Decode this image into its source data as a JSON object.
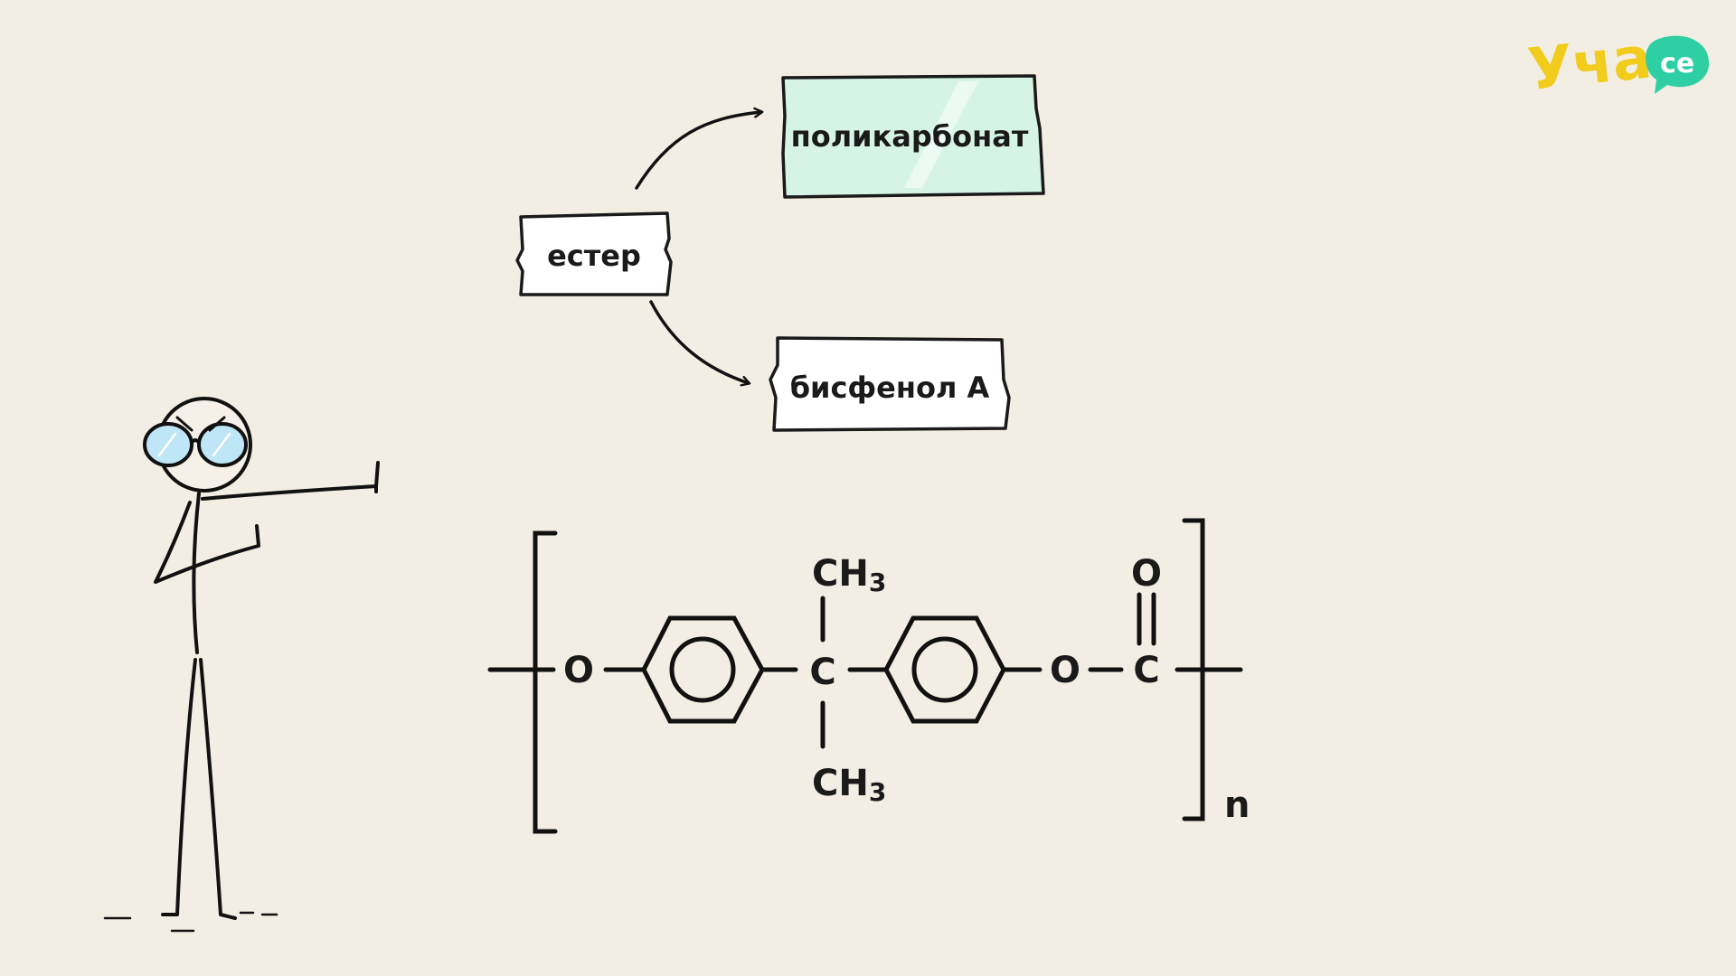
{
  "logo": {
    "main": "Уча",
    "badge": "се",
    "main_color": "#f2cc1c",
    "badge_color": "#2fcfa4"
  },
  "diagram": {
    "source_label": "естер",
    "target_top_label": "поликарбонат",
    "target_bottom_label": "бисфенол А",
    "highlight_color": "#d5f4e6"
  },
  "formula": {
    "oxygen_left": "O",
    "carbon_center": "C",
    "methyl_top": "CH",
    "methyl_top_sub": "3",
    "methyl_bottom": "CH",
    "methyl_bottom_sub": "3",
    "oxygen_right": "O",
    "carbonyl_carbon": "C",
    "carbonyl_oxygen": "O",
    "repeat_subscript": "n"
  },
  "character": {
    "glasses_color": "#bfe6f7"
  }
}
